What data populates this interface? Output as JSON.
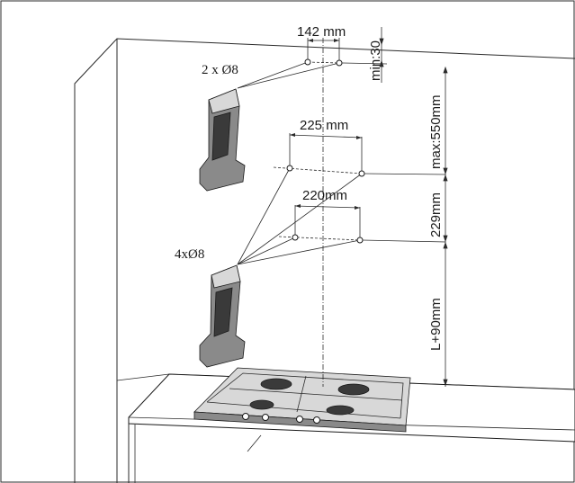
{
  "labels": {
    "top_spacing": "142 mm",
    "top_holes": "2 x Ø8",
    "min_offset": "min:30",
    "max_height": "max:550mm",
    "mid_spacing": "225 mm",
    "low_spacing": "220mm",
    "mid_gap": "229mm",
    "lower_holes": "4xØ8",
    "base_height": "L+90mm"
  }
}
